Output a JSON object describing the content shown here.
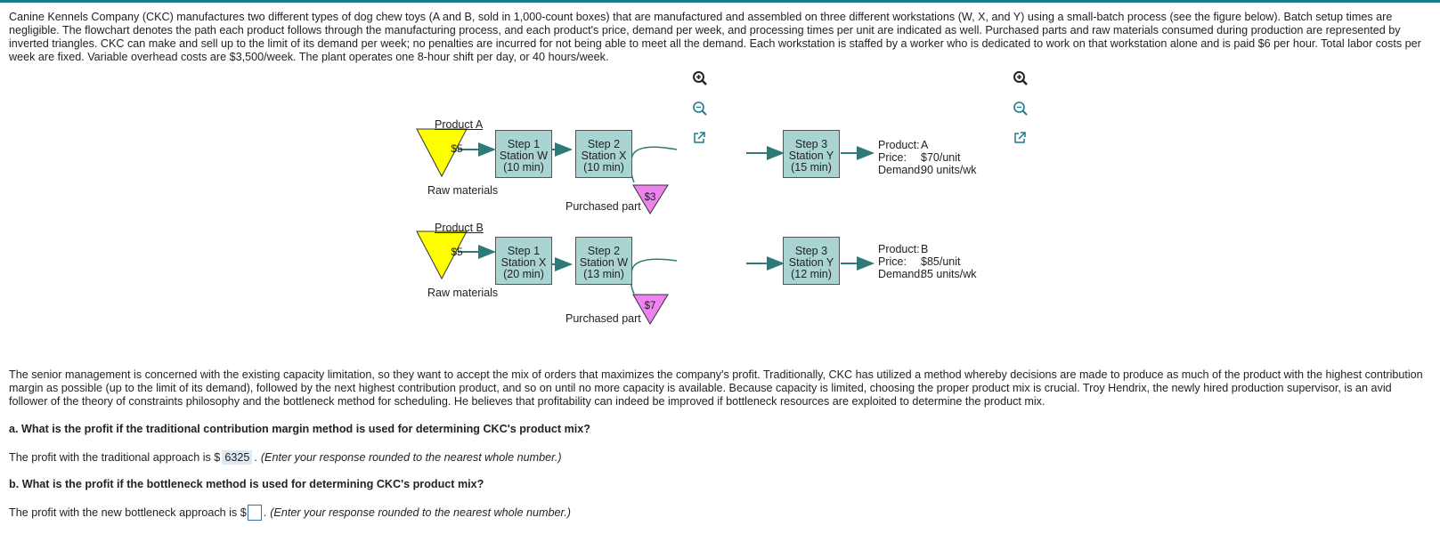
{
  "intro_text": "Canine Kennels Company (CKC) manufactures two different types of dog chew toys (A and B, sold in 1,000-count boxes) that are manufactured and assembled on three different workstations (W, X, and Y) using a small-batch process (see the figure below). Batch setup times are negligible. The flowchart denotes the path each product follows through the manufacturing process, and each product's price, demand per week, and processing times per unit are indicated as well. Purchased parts and raw materials consumed during production are represented by inverted triangles. CKC can make and sell up to the limit of its demand per week; no penalties are incurred for not being able to meet all the demand. Each workstation is staffed by a worker who is dedicated to work on that workstation alone and is paid $6 per hour. Total labor costs per week are fixed. Variable overhead costs are $3,500/week. The plant operates one 8-hour shift per day, or 40 hours/week.",
  "colors": {
    "raw_triangle": "#ffff00",
    "purchased_triangle": "#ee82ee",
    "station_fill": "#a9d4d1",
    "arrow": "#2e7a78",
    "link": "#1a7a8c"
  },
  "figure": {
    "product_a": {
      "title": "Product A",
      "raw_price": "$5",
      "raw_label": "Raw materials",
      "step1": {
        "step": "Step 1",
        "station": "Station W",
        "time": "(10 min)"
      },
      "step2": {
        "step": "Step 2",
        "station": "Station X",
        "time": "(10 min)"
      },
      "purchased_price": "$3",
      "purchased_label": "Purchased part",
      "step3": {
        "step": "Step 3",
        "station": "Station Y",
        "time": "(15 min)"
      },
      "info": {
        "product_key": "Product:",
        "product_val": "A",
        "price_key": "Price:",
        "price_val": "$70/unit",
        "demand_key": "Demand:",
        "demand_val": "90 units/wk"
      }
    },
    "product_b": {
      "title": "Product B",
      "raw_price": "$5",
      "raw_label": "Raw materials",
      "step1": {
        "step": "Step 1",
        "station": "Station X",
        "time": "(20 min)"
      },
      "step2": {
        "step": "Step 2",
        "station": "Station W",
        "time": "(13 min)"
      },
      "purchased_price": "$7",
      "purchased_label": "Purchased part",
      "step3": {
        "step": "Step 3",
        "station": "Station Y",
        "time": "(12 min)"
      },
      "info": {
        "product_key": "Product:",
        "product_val": "B",
        "price_key": "Price:",
        "price_val": "$85/unit",
        "demand_key": "Demand:",
        "demand_val": "85 units/wk"
      }
    },
    "icons": [
      "zoom-in-icon",
      "zoom-out-icon",
      "popout-icon"
    ]
  },
  "body_text": "The senior management is concerned with the existing capacity limitation, so they want to accept the mix of orders that maximizes the company's profit. Traditionally, CKC has utilized a method whereby decisions are made to produce as much of the product with the highest contribution margin as possible (up to the limit of its demand), followed by the next highest contribution product, and so on until no more capacity is available. Because capacity is limited, choosing the proper product mix is crucial. Troy Hendrix, the newly hired production supervisor, is an avid follower of the theory of constraints philosophy and the bottleneck method for scheduling. He believes that profitability can indeed be improved if bottleneck resources are exploited to determine the product mix.",
  "question_a": "a. What is the profit if the traditional contribution margin method is used for determining CKC's product mix?",
  "answer_a": {
    "prefix": "The profit with the traditional approach is $",
    "value": "6325",
    "suffix": ".",
    "hint": "(Enter your response rounded to the nearest whole number.)"
  },
  "question_b": "b. What is the profit if the bottleneck method is used for determining CKC's product mix?",
  "answer_b": {
    "prefix": "The profit with the new bottleneck approach is $",
    "value": "",
    "suffix": ".",
    "hint": "(Enter your response rounded to the nearest whole number.)"
  }
}
